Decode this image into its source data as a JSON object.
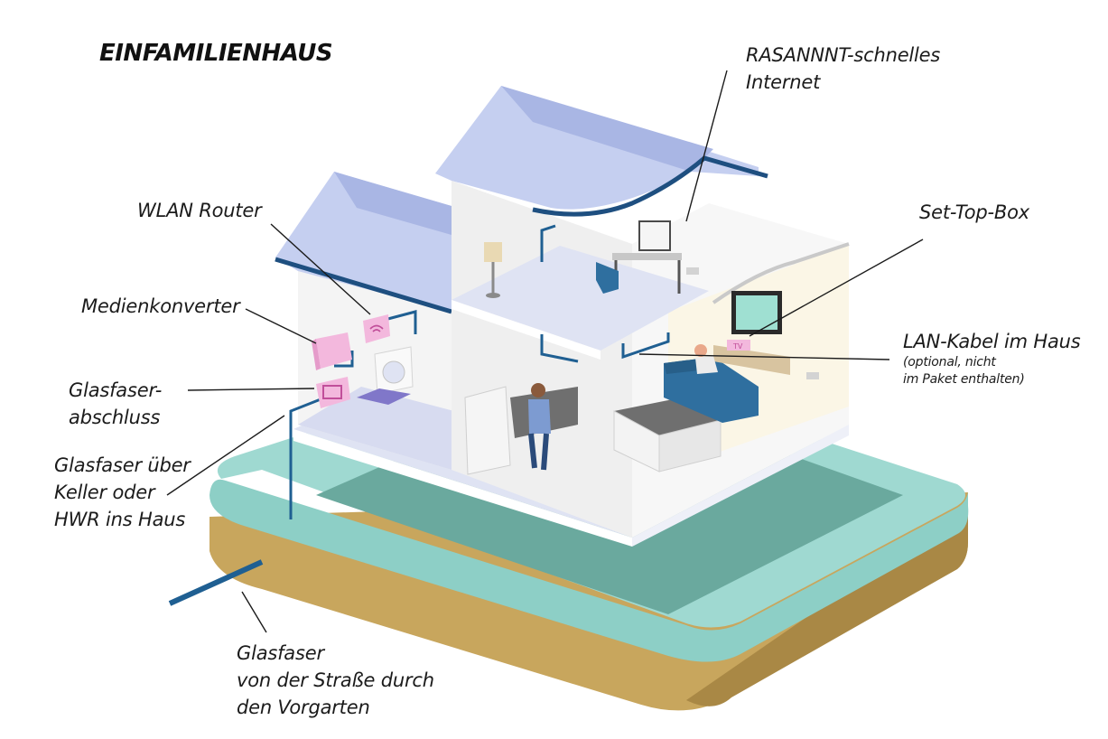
{
  "title": "EINFAMILIENHAUS",
  "labels": {
    "internet": [
      "RASANNNT-schnelles",
      "Internet"
    ],
    "wlan_router": "WLAN Router",
    "set_top_box": "Set-Top-Box",
    "medienkonverter": "Medienkonverter",
    "lan_kabel": "LAN-Kabel im Haus",
    "lan_kabel_note": [
      "(optional, nicht",
      "im Paket enthalten)"
    ],
    "glasfaser_abschluss": [
      "Glasfaser-",
      "abschluss"
    ],
    "glasfaser_keller": [
      "Glasfaser über",
      "Keller oder",
      "HWR ins Haus"
    ],
    "glasfaser_strasse": [
      "Glasfaser",
      "von der Straße durch",
      "den Vorgarten"
    ]
  },
  "screen_text": "TV",
  "colors": {
    "roof": "#c5cff0",
    "roof_dark": "#a9b6e4",
    "roof_edge": "#1e4f80",
    "cable": "#1f5f92",
    "grass": "#9fd9d1",
    "grass_dark": "#6aa99e",
    "soil": "#c8a65d",
    "soil_dark": "#a98845",
    "floor": "#dfe3f3",
    "wall": "#ececec",
    "device_pink": "#f3b8dd",
    "sofa": "#2f6f9f"
  }
}
